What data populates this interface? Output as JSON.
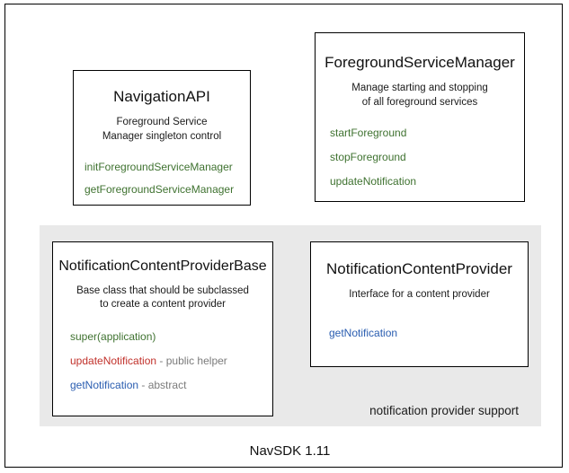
{
  "diagram": {
    "footer_label": "NavSDK 1.11",
    "group_panel": {
      "caption": "notification provider support"
    },
    "colors": {
      "green": "#3f7230",
      "red": "#c1312b",
      "blue": "#2a5db0",
      "gray_note": "#7b7b7b",
      "panel_bg": "#e9e9e9",
      "border": "#000000"
    },
    "boxes": [
      {
        "id": "navigation-api",
        "title": "NavigationAPI",
        "description": "Foreground Service\nManager singleton control",
        "members": [
          {
            "name": "initForegroundServiceManager",
            "note": "",
            "color": "green"
          },
          {
            "name": "getForegroundServiceManager",
            "note": "",
            "color": "green"
          }
        ]
      },
      {
        "id": "foreground-service-manager",
        "title": "ForegroundServiceManager",
        "description": "Manage starting and stopping\nof all foreground services",
        "members": [
          {
            "name": "startForeground",
            "note": "",
            "color": "green"
          },
          {
            "name": "stopForeground",
            "note": "",
            "color": "green"
          },
          {
            "name": "updateNotification",
            "note": "",
            "color": "green"
          }
        ]
      },
      {
        "id": "notification-content-provider-base",
        "title": "NotificationContentProviderBase",
        "description": "Base class that should be subclassed\nto create a content provider",
        "members": [
          {
            "name": "super(application)",
            "note": "",
            "color": "green"
          },
          {
            "name": "updateNotification",
            "note": " - public helper",
            "color": "red"
          },
          {
            "name": "getNotification",
            "note": " - abstract",
            "color": "blue"
          }
        ]
      },
      {
        "id": "notification-content-provider",
        "title": "NotificationContentProvider",
        "description": "Interface for a content provider",
        "members": [
          {
            "name": "getNotification",
            "note": "",
            "color": "blue"
          }
        ]
      }
    ]
  }
}
